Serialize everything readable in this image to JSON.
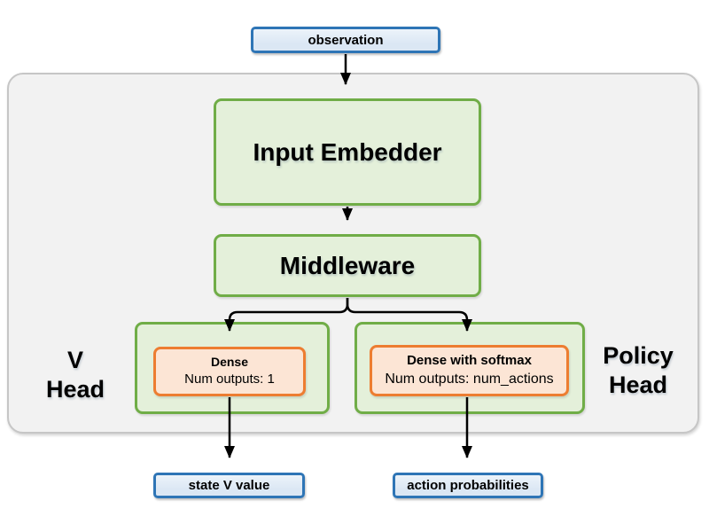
{
  "colors": {
    "canvas_bg": "#ffffff",
    "container_fill": "#f2f2f2",
    "container_border": "#c6c6c6",
    "green_fill": "#e4f0da",
    "green_border": "#70ad47",
    "orange_fill": "#fce5d5",
    "orange_border": "#ed7d31",
    "blue_fill": "#dbe7f4",
    "blue_border": "#2e75b6",
    "arrow": "#000000",
    "text": "#000000"
  },
  "diagram": {
    "nodes": {
      "observation": "observation",
      "input_embedder": "Input Embedder",
      "middleware": "Middleware",
      "v_head_dense_title": "Dense",
      "v_head_dense_subtitle": "Num outputs: 1",
      "policy_head_dense_title": "Dense with softmax",
      "policy_head_dense_subtitle": "Num outputs: num_actions",
      "state_v_value": "state V value",
      "action_probabilities": "action probabilities"
    },
    "labels": {
      "v_head_line1": "V",
      "v_head_line2": "Head",
      "policy_head_line1": "Policy",
      "policy_head_line2": "Head"
    }
  }
}
